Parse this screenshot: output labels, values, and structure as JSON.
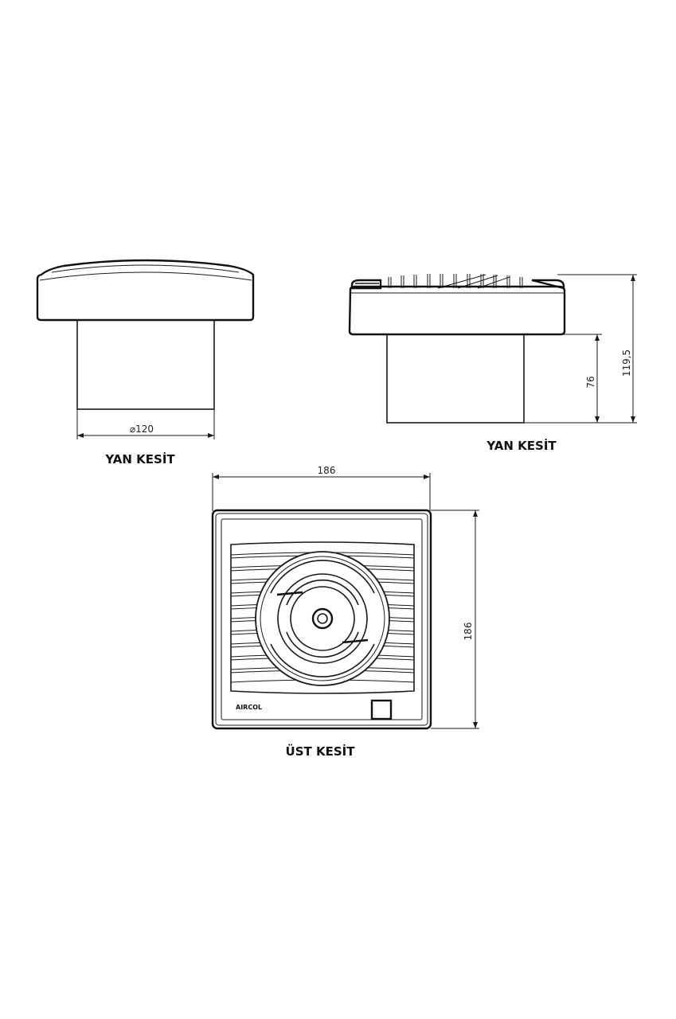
{
  "views": {
    "left_side": {
      "caption": "YAN KESİT",
      "diameter_label": "⌀120"
    },
    "right_side": {
      "caption": "YAN KESİT",
      "height_total": "119,5",
      "height_body": "76"
    },
    "top": {
      "caption": "ÜST KESİT",
      "width_label": "186",
      "height_label": "186",
      "brand": "AIRCOL"
    }
  },
  "colors": {
    "line": "#1a1a1a",
    "background": "#ffffff"
  }
}
